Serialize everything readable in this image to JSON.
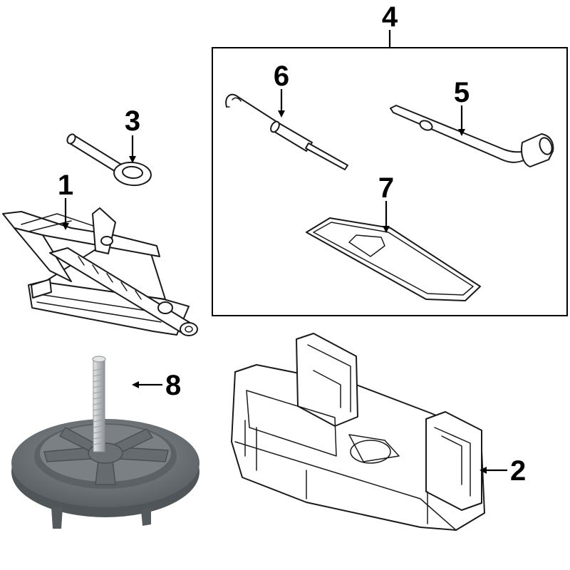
{
  "callouts": {
    "c1": "1",
    "c2": "2",
    "c3": "3",
    "c4": "4",
    "c5": "5",
    "c6": "6",
    "c7": "7",
    "c8": "8"
  },
  "colors": {
    "line": "#1a1a1a",
    "fill": "#ffffff",
    "photo_gray": "#6e7478",
    "photo_dark": "#4a4f52",
    "bolt": "#c9cbcd"
  }
}
